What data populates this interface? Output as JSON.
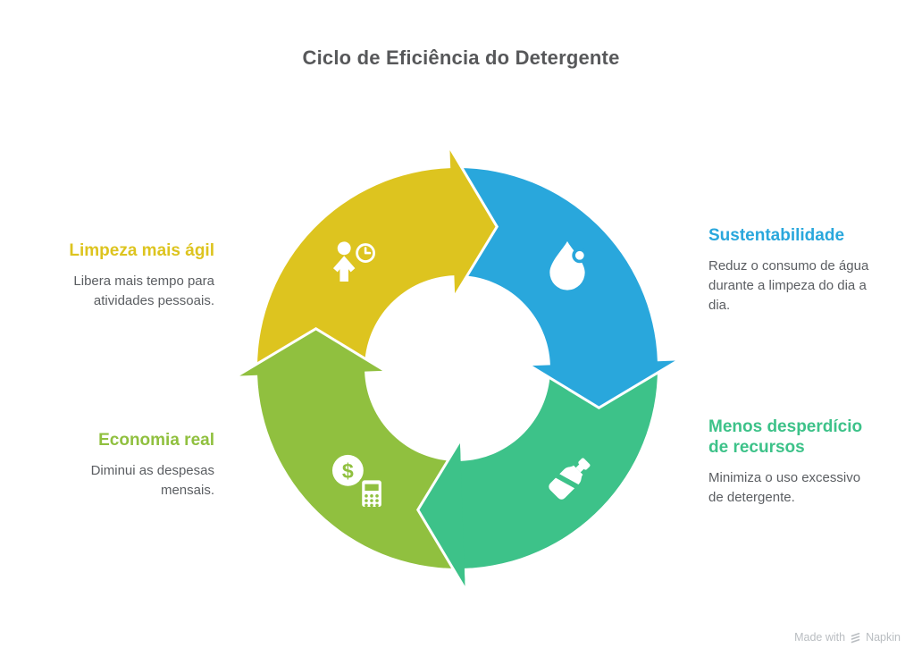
{
  "title": "Ciclo de Eficiência do Detergente",
  "steps": [
    {
      "heading": "Limpeza mais ágil",
      "body": "Libera mais tempo para\natividades pessoais.",
      "color": "#ddc41f",
      "icon": "person-clock-icon"
    },
    {
      "heading": "Sustentabilidade",
      "body": "Reduz o consumo de água\ndurante a limpeza do dia a\ndia.",
      "color": "#29a7dc",
      "icon": "water-drop-icon"
    },
    {
      "heading": "Menos desperdício\nde recursos",
      "body": "Minimiza o uso excessivo\nde detergente.",
      "color": "#3dc289",
      "icon": "detergent-bottle-icon"
    },
    {
      "heading": "Economia real",
      "body": "Diminui as despesas\nmensais.",
      "color": "#90c03f",
      "icon": "coin-calculator-icon"
    }
  ],
  "footer": {
    "made_with": "Made with",
    "brand": "Napkin"
  },
  "colors": {
    "yellow": "#ddc41f",
    "blue": "#29a7dc",
    "green": "#3dc289",
    "olive": "#90c03f",
    "title_text": "#57585a",
    "body_text": "#5b5e62",
    "footer_text": "#b9bdc1",
    "gap": "#ffffff"
  }
}
